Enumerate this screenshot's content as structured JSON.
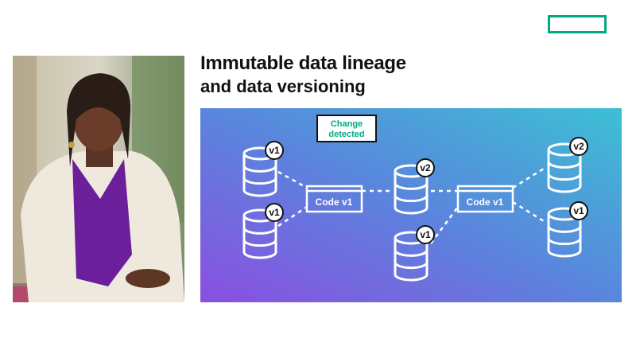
{
  "heading": {
    "title": "Immutable data lineage",
    "subtitle": "and data versioning"
  },
  "brand": {
    "accent_color": "#01a982"
  },
  "diagram": {
    "change_label_line1": "Change",
    "change_label_line2": "detected",
    "code_box_left": "Code v1",
    "code_box_right": "Code v1",
    "databases": [
      {
        "label": "v1"
      },
      {
        "label": "v1"
      },
      {
        "label": "v2"
      },
      {
        "label": "v1"
      },
      {
        "label": "v2"
      },
      {
        "label": "v1"
      }
    ]
  }
}
